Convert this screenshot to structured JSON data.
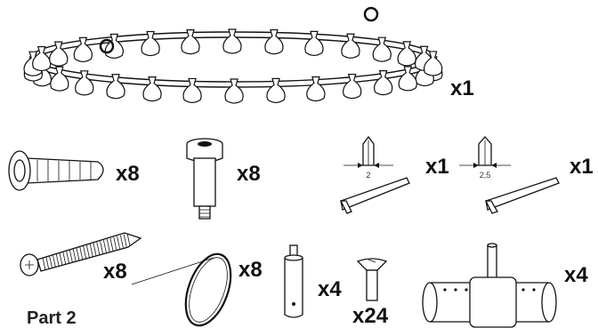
{
  "part_label": "Part 2",
  "items": {
    "track": {
      "qty": "x1"
    },
    "dowel": {
      "qty": "x8"
    },
    "spacer": {
      "qty": "x8"
    },
    "hex_key_small": {
      "qty": "x1",
      "size": "2"
    },
    "hex_key_large": {
      "qty": "x1",
      "size": "2,5"
    },
    "screw": {
      "qty": "x8"
    },
    "band": {
      "qty": "x8"
    },
    "pin": {
      "qty": "x4"
    },
    "bolt": {
      "qty": "x24"
    },
    "connector": {
      "qty": "x4"
    }
  }
}
